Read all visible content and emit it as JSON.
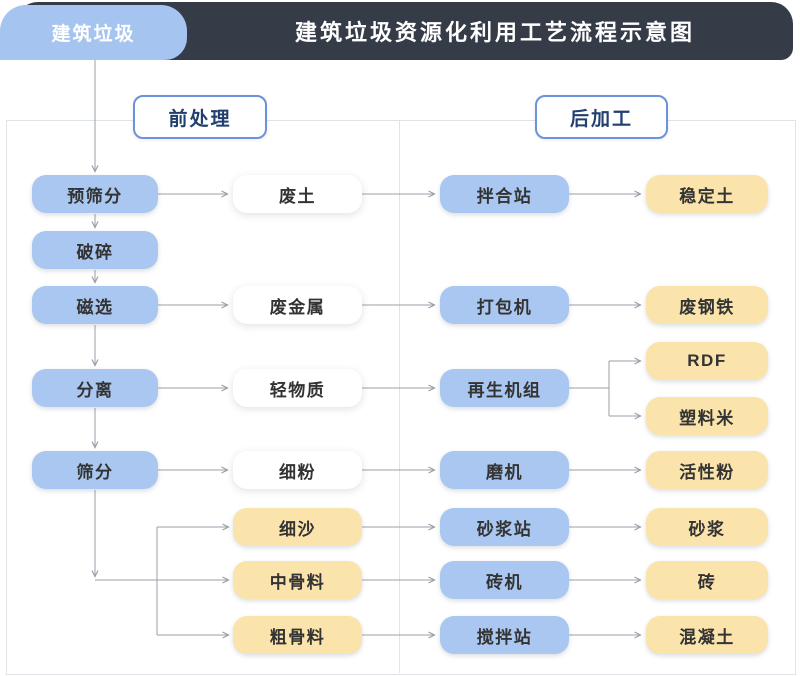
{
  "header": {
    "tag": "建筑垃圾",
    "title": "建筑垃圾资源化利用工艺流程示意图"
  },
  "sections": {
    "pre": "前处理",
    "post": "后加工"
  },
  "nodes": {
    "process": [
      "预筛分",
      "破碎",
      "磁选",
      "分离",
      "筛分"
    ],
    "intermediate": [
      "废土",
      "废金属",
      "轻物质",
      "细粉",
      "细沙",
      "中骨料",
      "粗骨料"
    ],
    "equipment": [
      "拌合站",
      "打包机",
      "再生机组",
      "磨机",
      "砂浆站",
      "砖机",
      "搅拌站"
    ],
    "products": [
      "稳定土",
      "废钢铁",
      "RDF",
      "塑料米",
      "活性粉",
      "砂浆",
      "砖",
      "混凝土"
    ]
  },
  "edges": [
    "建筑垃圾→预筛分",
    "预筛分→破碎",
    "破碎→磁选",
    "磁选→分离",
    "分离→筛分",
    "预筛分→废土",
    "磁选→废金属",
    "分离→轻物质",
    "筛分→细粉",
    "筛分→细沙",
    "筛分→中骨料",
    "筛分→粗骨料",
    "废土→拌合站",
    "废金属→打包机",
    "轻物质→再生机组",
    "细粉→磨机",
    "细沙→砂浆站",
    "中骨料→砖机",
    "粗骨料→搅拌站",
    "拌合站→稳定土",
    "打包机→废钢铁",
    "再生机组→RDF",
    "再生机组→塑料米",
    "磨机→活性粉",
    "砂浆站→砂浆",
    "砖机→砖",
    "搅拌站→混凝土"
  ],
  "colors": {
    "node-blue": "#a9c7f0",
    "node-yellow": "#fbe3ac",
    "node-white": "#ffffff",
    "bar-dark": "#353b47",
    "tag-blue": "#a5c4ef",
    "section-border": "#6b92da",
    "section-text": "#21406f",
    "line-gray": "#9aa1a9",
    "node-text": "#333333",
    "frame-border": "#dfe4ea"
  }
}
